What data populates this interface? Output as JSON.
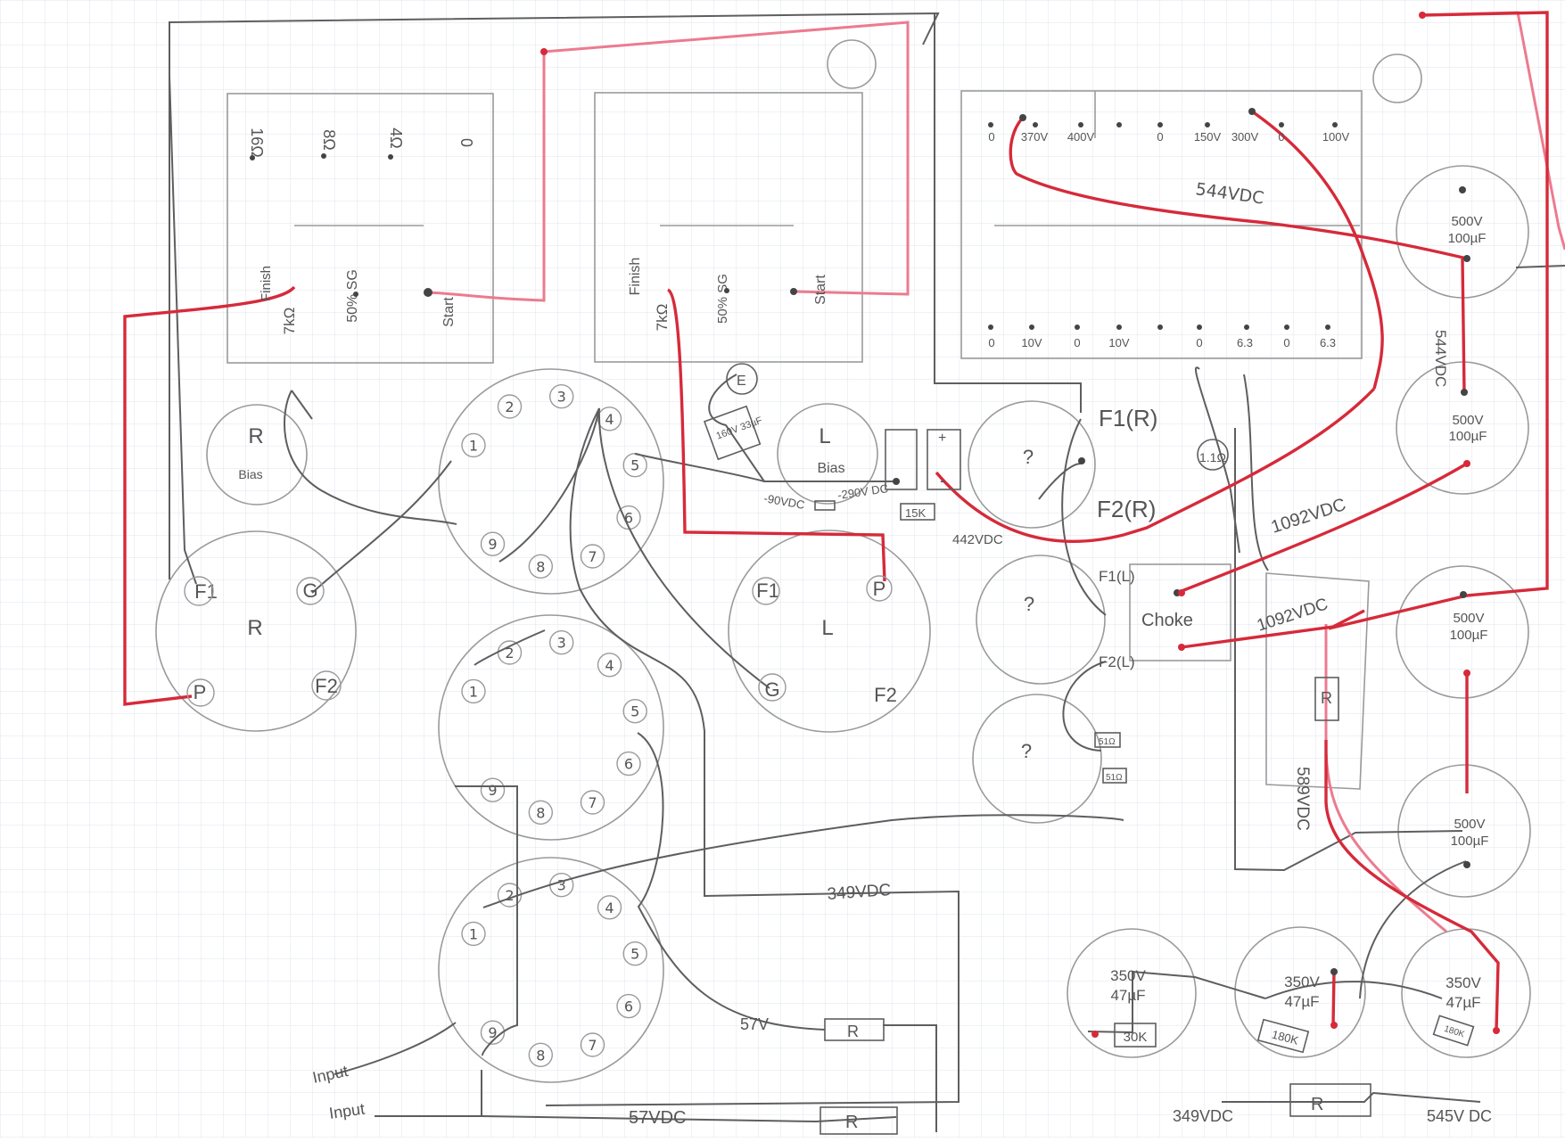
{
  "colors": {
    "paper": "#ffffff",
    "grid": "#dfe6ee",
    "pencil": "#5e5e5e",
    "outline": "#9a9a9a",
    "red": "#d62a3a",
    "pink": "#ec7b8f"
  },
  "output_transformer_left": {
    "taps": [
      "16Ω",
      "8Ω",
      "4Ω",
      "0"
    ],
    "finish": "Finish",
    "impedance": "7kΩ",
    "screen": "50% SG",
    "start": "Start"
  },
  "output_transformer_right": {
    "finish": "Finish",
    "impedance": "7kΩ",
    "screen": "50% SG",
    "start": "Start"
  },
  "power_transformer": {
    "top_taps": [
      "0",
      "370V",
      "400V",
      "0",
      "150V",
      "300V",
      "0",
      "100V"
    ],
    "bottom_taps": [
      "0",
      "10V",
      "0",
      "10V",
      "0",
      "6.3",
      "0",
      "6.3"
    ],
    "dc_label": "544VDC"
  },
  "sockets": {
    "bias_left": {
      "letter": "R",
      "sub": "Bias"
    },
    "bias_right": {
      "letter": "L",
      "sub": "Bias"
    },
    "tube_left": {
      "letter": "R",
      "f1": "F1",
      "g": "G",
      "p": "P",
      "f2": "F2"
    },
    "tube_right": {
      "letter": "L",
      "f1": "F1",
      "p": "P",
      "g": "G",
      "f2": "F2"
    },
    "noval_pins": [
      "1",
      "2",
      "3",
      "4",
      "5",
      "6",
      "7",
      "8",
      "9"
    ],
    "rect1": {
      "mark": "?",
      "f1": "F1(R)",
      "f2": "F2(R)"
    },
    "rect2": {
      "mark": "?",
      "f1": "F1(L)",
      "f2": "F2(L)"
    },
    "rect3": {
      "mark": "?"
    },
    "diode": "1.1Ω",
    "small_res_a": "51Ω",
    "small_res_b": "51Ω"
  },
  "bias_parts": {
    "cap_ground": "E",
    "cap_value": "160V 33µF",
    "neg_left": "-90VDC",
    "neg_right": "-290V DC",
    "res_15k": "15K",
    "volt_442": "442VDC",
    "plus": "+",
    "minus": "-"
  },
  "choke": {
    "label": "Choke",
    "volt_top": "1092VDC",
    "volt_mid": "1092VDC",
    "resistor": "R",
    "volt_589": "589VDC",
    "volt_544v": "544VDC"
  },
  "caps": {
    "big": [
      {
        "v": "500V",
        "c": "100µF"
      },
      {
        "v": "500V",
        "c": "100µF"
      },
      {
        "v": "500V",
        "c": "100µF"
      },
      {
        "v": "500V",
        "c": "100µF"
      }
    ],
    "small": [
      {
        "v": "350V",
        "c": "47µF",
        "r": "30K"
      },
      {
        "v": "350V",
        "c": "47µF",
        "r": "180K"
      },
      {
        "v": "350V",
        "c": "47µF",
        "r": "180K"
      }
    ]
  },
  "bottom": {
    "volt_349": "349VDC",
    "volt_57v": "57V",
    "r_mid": "R",
    "input_1": "Input",
    "input_2": "Input",
    "volt_57vdc": "57VDC",
    "r_bottom": "R",
    "volt_349_bottom": "349VDC",
    "r_br": "R",
    "volt_545": "545V DC"
  }
}
